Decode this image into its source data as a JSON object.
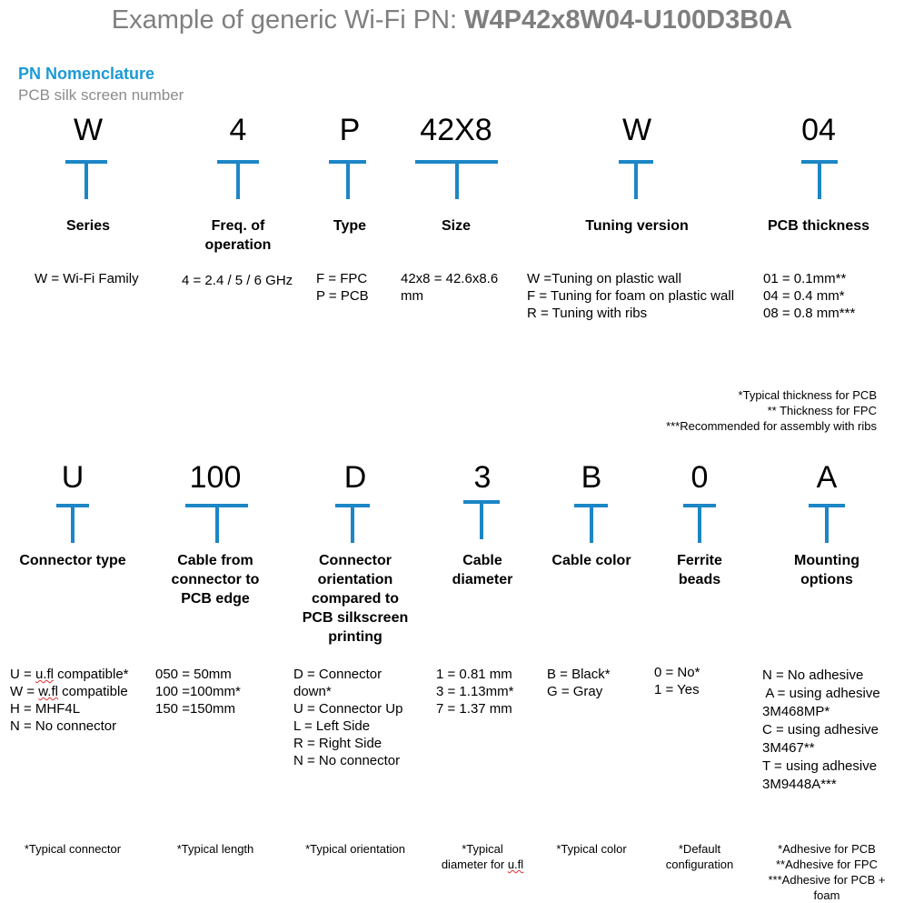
{
  "title": {
    "prefix": "Example of generic Wi-Fi PN: ",
    "pn": "W4P42x8W04-U100D3B0A"
  },
  "subtitle": {
    "heading": "PN Nomenclature",
    "sub": "PCB silk screen number"
  },
  "row1": [
    {
      "code": "W",
      "label": [
        "Series"
      ],
      "desc": [
        "W = Wi-Fi Family"
      ]
    },
    {
      "code": "4",
      "label": [
        "Freq. of",
        "operation"
      ],
      "desc": [
        "4 = 2.4 / 5 / 6 GHz"
      ]
    },
    {
      "code": "P",
      "label": [
        "Type"
      ],
      "desc": [
        "F = FPC",
        "P = PCB"
      ]
    },
    {
      "code": "42X8",
      "label": [
        "Size"
      ],
      "desc": [
        "42x8 = 42.6x8.6",
        "mm"
      ]
    },
    {
      "code": "W",
      "label": [
        "Tuning version"
      ],
      "desc": [
        "W =Tuning on plastic wall",
        "F = Tuning for foam on plastic wall",
        "R = Tuning with ribs"
      ]
    },
    {
      "code": "04",
      "label": [
        "PCB thickness"
      ],
      "desc": [
        "01 = 0.1mm**",
        "04 = 0.4 mm*",
        "08 = 0.8 mm***"
      ]
    }
  ],
  "row1_notes": [
    "*Typical thickness for PCB",
    "** Thickness for FPC",
    "***Recommended for assembly with ribs"
  ],
  "row2": [
    {
      "code": "U",
      "label": [
        "Connector type"
      ],
      "desc": [
        "U = u.fl compatible*",
        "W = w.fl compatible",
        "H = MHF4L",
        "N = No connector"
      ],
      "note": [
        "*Typical connector"
      ]
    },
    {
      "code": "100",
      "label": [
        "Cable from",
        "connector to",
        "PCB edge"
      ],
      "desc": [
        "050 = 50mm",
        "100 =100mm*",
        "150 =150mm"
      ],
      "note": [
        "*Typical length"
      ]
    },
    {
      "code": "D",
      "label": [
        "Connector",
        "orientation",
        "compared to",
        "PCB silkscreen",
        "printing"
      ],
      "desc": [
        "D = Connector",
        "down*",
        "U = Connector Up",
        "L = Left Side",
        "R = Right Side",
        "N = No connector"
      ],
      "note": [
        "*Typical orientation"
      ]
    },
    {
      "code": "3",
      "label": [
        "Cable",
        "diameter"
      ],
      "desc": [
        "1 = 0.81 mm",
        "3 = 1.13mm*",
        "7 = 1.37 mm"
      ],
      "note": [
        "*Typical",
        "diameter for u.fl"
      ]
    },
    {
      "code": "B",
      "label": [
        "Cable color"
      ],
      "desc": [
        "B = Black*",
        "G = Gray"
      ],
      "note": [
        "*Typical color"
      ]
    },
    {
      "code": "0",
      "label": [
        "Ferrite",
        "beads"
      ],
      "desc": [
        "0 = No*",
        "1 = Yes"
      ],
      "note": [
        "*Default",
        "configuration"
      ]
    },
    {
      "code": "A",
      "label": [
        "Mounting",
        "options"
      ],
      "desc": [
        "N = No adhesive",
        " A = using adhesive",
        "3M468MP*",
        "C = using adhesive",
        "3M467**",
        "T = using adhesive",
        "3M9448A***"
      ],
      "note": [
        "*Adhesive for PCB",
        "**Adhesive for FPC",
        "***Adhesive for PCB +",
        "foam"
      ]
    }
  ]
}
